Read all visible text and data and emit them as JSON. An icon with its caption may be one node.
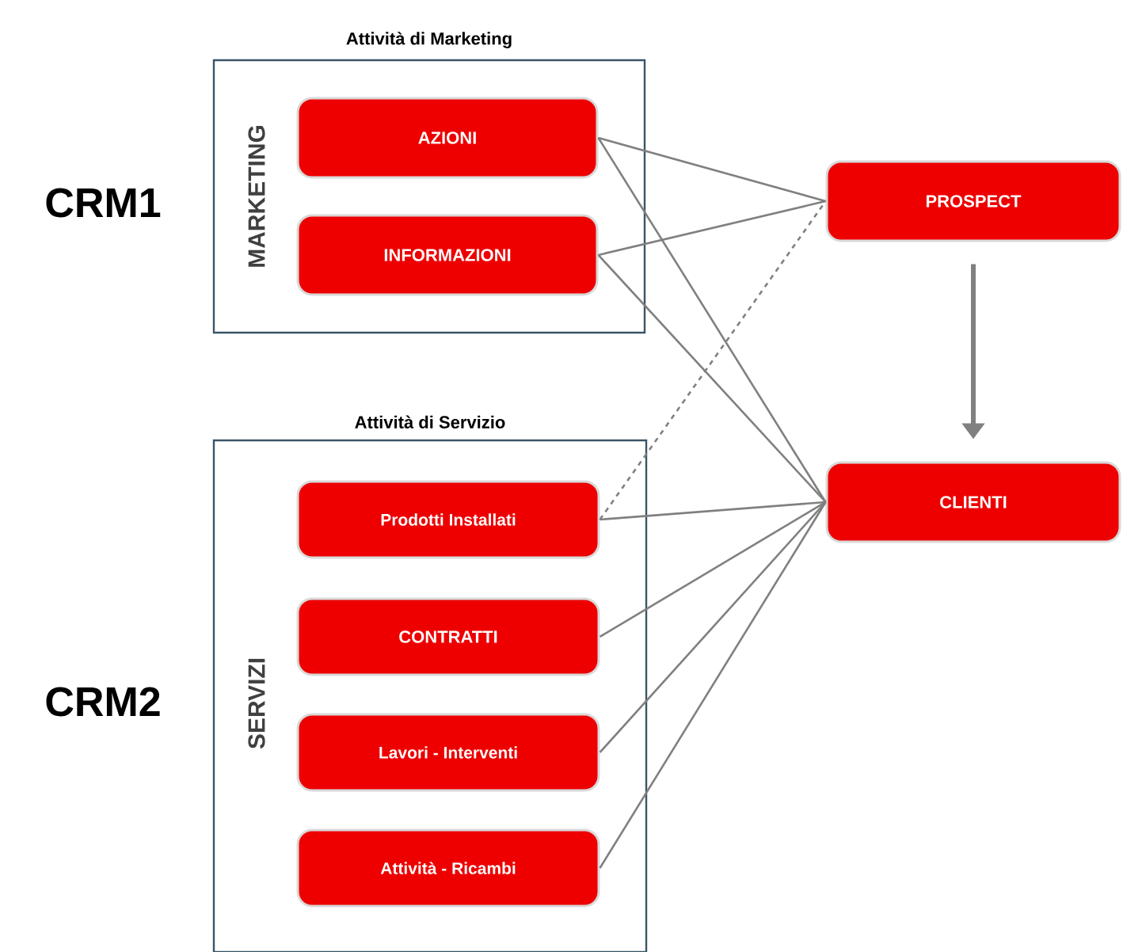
{
  "diagram": {
    "nodes": [
      {
        "text": [
          "Attività di Marketing",
          "MARKETING"
        ]
      },
      {
        "text": [
          "AZIONI"
        ],
        "in": 0
      },
      {
        "text": [
          "INFORMAZIONI"
        ],
        "in": 0
      },
      {
        "text": [
          "Attività di Servizio",
          "SERVIZI"
        ]
      },
      {
        "text": [
          "Prodotti Installati"
        ],
        "in": 3
      },
      {
        "text": [
          "CONTRATTI"
        ],
        "in": 3
      },
      {
        "text": [
          "Lavori - Interventi"
        ],
        "in": 3
      },
      {
        "text": [
          "Attività - Ricambi"
        ],
        "in": 3
      },
      {
        "text": [
          "PROSPECT"
        ]
      },
      {
        "text": [
          "CLIENTI"
        ]
      }
    ],
    "edges": [
      {
        "from": 1,
        "to": 8,
        "arrow": "none"
      },
      {
        "from": 1,
        "to": 9,
        "arrow": "none"
      },
      {
        "from": 2,
        "to": 8,
        "arrow": "none"
      },
      {
        "from": 2,
        "to": 9,
        "arrow": "none"
      },
      {
        "from": 4,
        "to": 8,
        "arrow": "none",
        "style": "dashed"
      },
      {
        "from": 4,
        "to": 9,
        "arrow": "none"
      },
      {
        "from": 5,
        "to": 9,
        "arrow": "none"
      },
      {
        "from": 6,
        "to": 9,
        "arrow": "none"
      },
      {
        "from": 7,
        "to": 9,
        "arrow": "none"
      },
      {
        "from": 8,
        "to": 9,
        "arrow": "to",
        "style": "thick"
      }
    ],
    "labels": [
      "CRM1",
      "CRM2"
    ]
  }
}
